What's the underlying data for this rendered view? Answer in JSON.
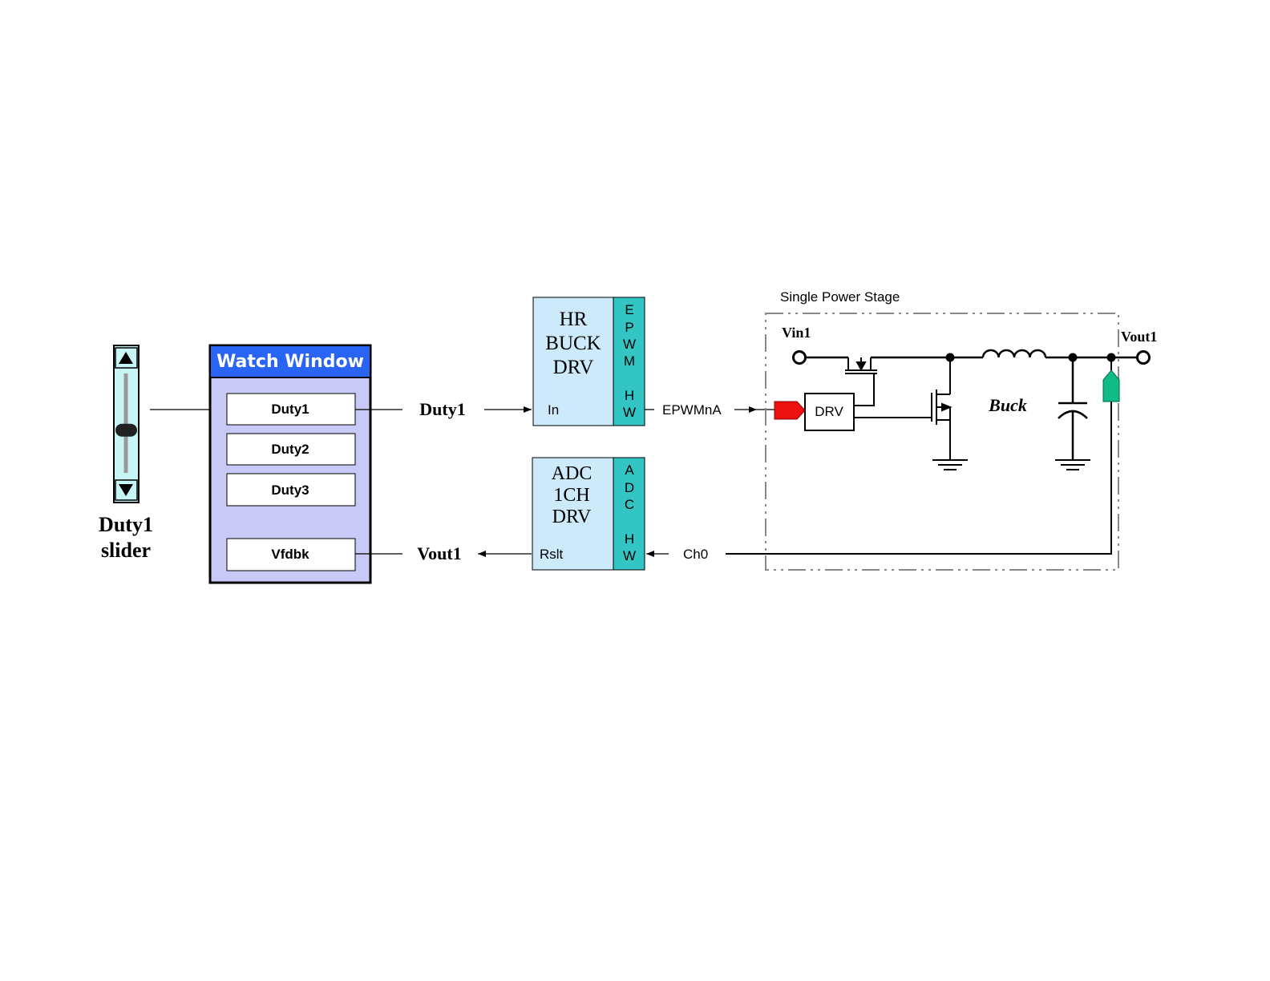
{
  "slider": {
    "label_line1": "Duty1",
    "label_line2": "slider",
    "up_glyph": "▲",
    "down_glyph": "▼",
    "value": 0.43
  },
  "watch_window": {
    "title": "Watch Window",
    "fields": [
      "Duty1",
      "Duty2",
      "Duty3",
      "Vfdbk"
    ]
  },
  "signals": {
    "duty1": "Duty1",
    "vout1": "Vout1",
    "epwmna": "EPWMnA",
    "ch0": "Ch0"
  },
  "hr_buck_drv": {
    "line1": "HR",
    "line2": "BUCK",
    "line3": "DRV",
    "port": "In",
    "hw_letters": [
      "E",
      "P",
      "W",
      "M",
      "",
      "H",
      "W"
    ]
  },
  "adc_drv": {
    "line1": "ADC",
    "line2": "1CH",
    "line3": "DRV",
    "port": "Rslt",
    "hw_letters": [
      "A",
      "D",
      "C",
      "",
      "H",
      "W"
    ]
  },
  "power_stage": {
    "title": "Single Power Stage",
    "vin_label": "Vin1",
    "vout_label": "Vout1",
    "drv_label": "DRV",
    "topology_label": "Buck"
  },
  "colors": {
    "watch_title_bg": "#2a64f5",
    "watch_body_bg": "#c9c9f6",
    "drv_block_bg": "#cdeafa",
    "hw_strip_bg": "#33c4c4",
    "slider_bg": "#c8f6f6",
    "pwm_input_marker": "#ee1111",
    "adc_sense_marker": "#11bb88"
  }
}
